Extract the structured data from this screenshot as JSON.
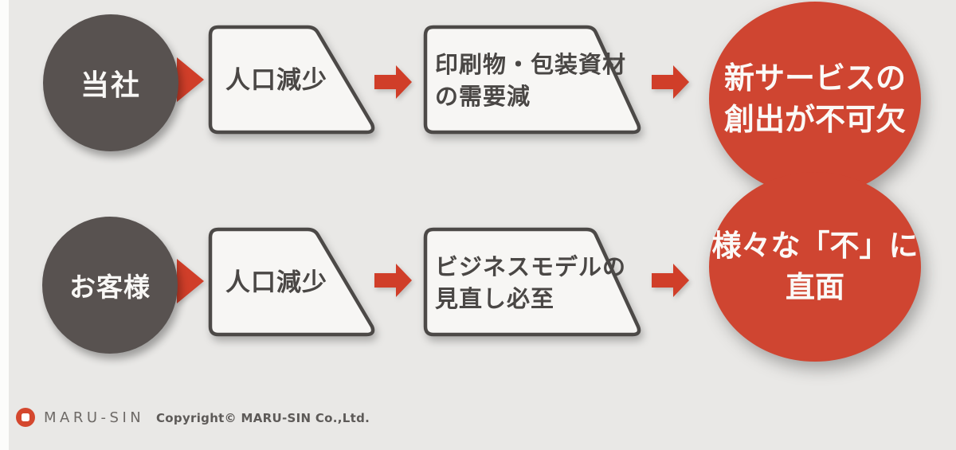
{
  "colors": {
    "background": "#e9e8e6",
    "accent_red": "#cf4531",
    "arrow_red": "#d03e29",
    "source_circle_gray": "#585250",
    "shape_fill": "#f7f6f4",
    "shape_border": "#4c4947",
    "shape_text": "#4a4745",
    "light_text": "#f8f7f5",
    "footer_text": "#5d5a58"
  },
  "rows": [
    {
      "source": "当社",
      "step1_lines": [
        "人口減少"
      ],
      "step2_lines": [
        "印刷物・包装資材",
        "の需要減"
      ],
      "outcome_lines": [
        "新サービスの",
        "創出が不可欠"
      ]
    },
    {
      "source": "お客様",
      "step1_lines": [
        "人口減少"
      ],
      "step2_lines": [
        "ビジネスモデルの",
        "見直し必至"
      ],
      "outcome_lines": [
        "様々な「不」に",
        "直面"
      ]
    }
  ],
  "footer": {
    "brand": "MARU-SIN",
    "copyright": "Copyright© MARU-SIN Co.,Ltd."
  }
}
